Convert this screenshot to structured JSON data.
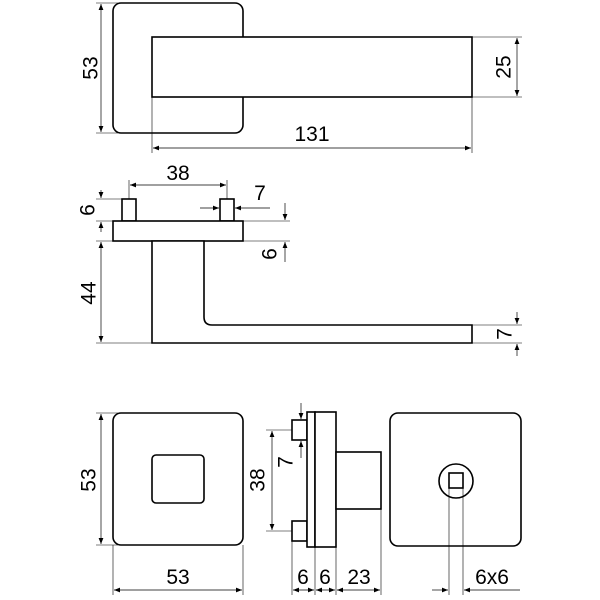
{
  "colors": {
    "line": "#000000",
    "background": "#ffffff"
  },
  "dimensions": {
    "rose_height_top": "53",
    "lever_height": "25",
    "lever_length": "131",
    "pin_spacing": "38",
    "pin_width": "7",
    "pin_height": "6",
    "plate_thickness": "6",
    "neck_height": "44",
    "grip_thickness": "7",
    "rose_height_front": "53",
    "rose_width_front": "53",
    "pin_spacing_side": "38",
    "pin_width_side": "7",
    "side_seg_1": "6",
    "side_seg_2": "6",
    "side_seg_3": "23",
    "spindle_square": "6x6"
  }
}
